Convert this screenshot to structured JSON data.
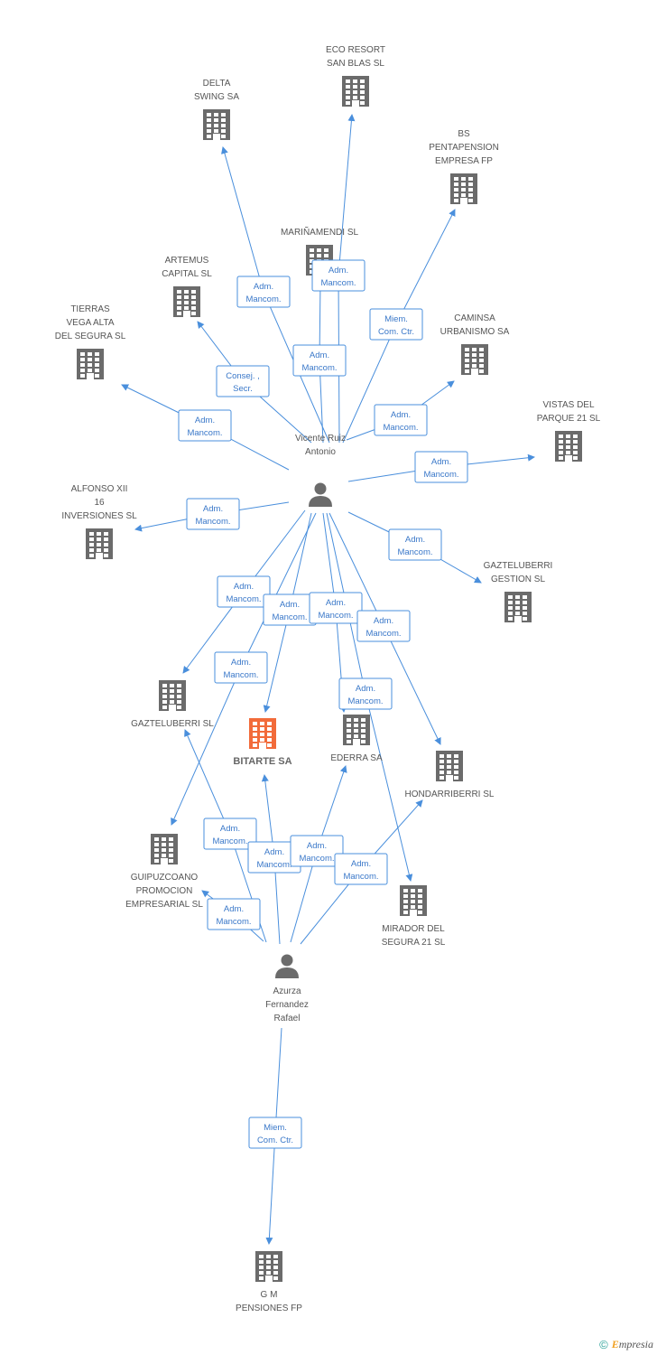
{
  "colors": {
    "edge": "#4a8fdc",
    "building": "#6b6b6b",
    "main_building": "#f26b3a",
    "person": "#6b6b6b"
  },
  "nodes": [
    {
      "id": "eco",
      "type": "company",
      "lines": [
        "ECO RESORT",
        "SAN BLAS SL"
      ]
    },
    {
      "id": "delta",
      "type": "company",
      "lines": [
        "DELTA",
        "SWING SA"
      ]
    },
    {
      "id": "bs",
      "type": "company",
      "lines": [
        "BS",
        "PENTAPENSION",
        "EMPRESA FP"
      ]
    },
    {
      "id": "marinamendi",
      "type": "company",
      "lines": [
        "MARIÑAMENDI SL"
      ]
    },
    {
      "id": "artemus",
      "type": "company",
      "lines": [
        "ARTEMUS",
        "CAPITAL SL"
      ]
    },
    {
      "id": "tierras",
      "type": "company",
      "lines": [
        "TIERRAS",
        "VEGA ALTA",
        "DEL SEGURA SL"
      ]
    },
    {
      "id": "caminsa",
      "type": "company",
      "lines": [
        "CAMINSA",
        "URBANISMO SA"
      ]
    },
    {
      "id": "vistas",
      "type": "company",
      "lines": [
        "VISTAS DEL",
        "PARQUE 21 SL"
      ]
    },
    {
      "id": "alfonso",
      "type": "company",
      "lines": [
        "ALFONSO XII",
        "16",
        "INVERSIONES SL"
      ]
    },
    {
      "id": "gazt_gestion",
      "type": "company",
      "lines": [
        "GAZTELUBERRI",
        "GESTION SL"
      ]
    },
    {
      "id": "gazt_sl",
      "type": "company",
      "lines": [
        "GAZTELUBERRI SL"
      ]
    },
    {
      "id": "bitarte",
      "type": "main",
      "lines": [
        "BITARTE SA"
      ]
    },
    {
      "id": "ederra",
      "type": "company",
      "lines": [
        "EDERRA SA"
      ]
    },
    {
      "id": "hondarriberri",
      "type": "company",
      "lines": [
        "HONDARRIBERRI SL"
      ]
    },
    {
      "id": "guipuzcoano",
      "type": "company",
      "lines": [
        "GUIPUZCOANO",
        "PROMOCION",
        "EMPRESARIAL SL"
      ]
    },
    {
      "id": "mirador",
      "type": "company",
      "lines": [
        "MIRADOR DEL",
        "SEGURA 21 SL"
      ]
    },
    {
      "id": "gm",
      "type": "company",
      "lines": [
        "G M",
        "PENSIONES FP"
      ]
    },
    {
      "id": "vicente",
      "type": "person",
      "lines": [
        "Vicente Ruiz",
        "Antonio"
      ]
    },
    {
      "id": "azurza",
      "type": "person",
      "lines": [
        "Azurza",
        "Fernandez",
        "Rafael"
      ]
    }
  ],
  "edges": [
    {
      "from": "vicente",
      "to": "eco",
      "label": [
        "Adm.",
        "Mancom."
      ]
    },
    {
      "from": "vicente",
      "to": "delta",
      "label": [
        "Adm.",
        "Mancom."
      ]
    },
    {
      "from": "vicente",
      "to": "bs",
      "label": [
        "Miem.",
        "Com. Ctr."
      ]
    },
    {
      "from": "vicente",
      "to": "marinamendi",
      "label": [
        "Adm.",
        "Mancom."
      ]
    },
    {
      "from": "vicente",
      "to": "artemus",
      "label": [
        "Consej. ,",
        "Secr."
      ]
    },
    {
      "from": "vicente",
      "to": "tierras",
      "label": [
        "Adm.",
        "Mancom."
      ]
    },
    {
      "from": "vicente",
      "to": "caminsa",
      "label": [
        "Adm.",
        "Mancom."
      ]
    },
    {
      "from": "vicente",
      "to": "vistas",
      "label": [
        "Adm.",
        "Mancom."
      ]
    },
    {
      "from": "vicente",
      "to": "alfonso",
      "label": [
        "Adm.",
        "Mancom."
      ]
    },
    {
      "from": "vicente",
      "to": "gazt_gestion",
      "label": [
        "Adm.",
        "Mancom."
      ]
    },
    {
      "from": "vicente",
      "to": "gazt_sl",
      "label": [
        "Adm.",
        "Mancom."
      ]
    },
    {
      "from": "vicente",
      "to": "bitarte",
      "label": [
        "Adm.",
        "Mancom."
      ]
    },
    {
      "from": "vicente",
      "to": "ederra",
      "label": [
        "Adm.",
        "Mancom."
      ]
    },
    {
      "from": "vicente",
      "to": "hondarriberri",
      "label": [
        "Adm.",
        "Mancom."
      ]
    },
    {
      "from": "vicente",
      "to": "guipuzcoano",
      "label": [
        "Adm.",
        "Mancom."
      ]
    },
    {
      "from": "vicente",
      "to": "mirador",
      "label": [
        "Adm.",
        "Mancom."
      ]
    },
    {
      "from": "azurza",
      "to": "gazt_sl",
      "label": [
        "Adm.",
        "Mancom."
      ]
    },
    {
      "from": "azurza",
      "to": "bitarte",
      "label": [
        "Adm.",
        "Mancom."
      ]
    },
    {
      "from": "azurza",
      "to": "ederra",
      "label": [
        "Adm.",
        "Mancom."
      ]
    },
    {
      "from": "azurza",
      "to": "hondarriberri",
      "label": [
        "Adm.",
        "Mancom."
      ]
    },
    {
      "from": "azurza",
      "to": "guipuzcoano",
      "label": [
        "Adm.",
        "Mancom."
      ]
    },
    {
      "from": "azurza",
      "to": "gm",
      "label": [
        "Miem.",
        "Com. Ctr."
      ]
    }
  ],
  "footer": {
    "copyright": "©",
    "brand_initial": "E",
    "brand_rest": "mpresia"
  }
}
